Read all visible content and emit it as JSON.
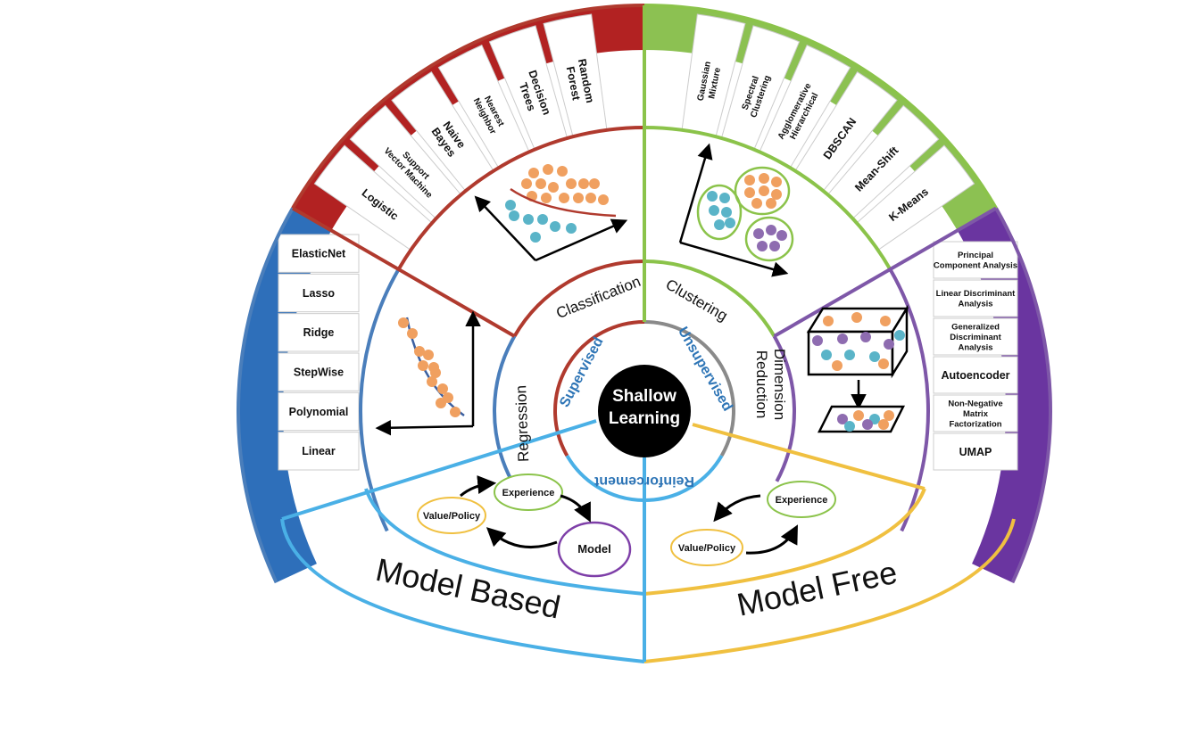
{
  "center": {
    "line1": "Shallow",
    "line2": "Learning"
  },
  "paradigms": {
    "supervised": "Supervised",
    "unsupervised": "Unsupervised",
    "reinforcement": "Reinforcement"
  },
  "tasks": {
    "classification": "Classification",
    "clustering": "Clustering",
    "regression": "Regression",
    "dimension_reduction": {
      "line1": "Dimension",
      "line2": "Reduction"
    },
    "model_based": "Model Based",
    "model_free": "Model Free"
  },
  "classification_methods": [
    {
      "lines": [
        "Logistic"
      ]
    },
    {
      "lines": [
        "Support",
        "Vector Machine"
      ]
    },
    {
      "lines": [
        "Naive",
        "Bayes"
      ]
    },
    {
      "lines": [
        "Nearest",
        "Neighbor"
      ]
    },
    {
      "lines": [
        "Decision",
        "Trees"
      ]
    },
    {
      "lines": [
        "Random",
        "Forest"
      ]
    }
  ],
  "clustering_methods": [
    {
      "lines": [
        "K-Means"
      ]
    },
    {
      "lines": [
        "Mean-Shift"
      ]
    },
    {
      "lines": [
        "DBSCAN"
      ]
    },
    {
      "lines": [
        "Agglomerative",
        "Hierarchical"
      ]
    },
    {
      "lines": [
        "Spectral",
        "Clustering"
      ]
    },
    {
      "lines": [
        "Gaussian",
        "Mixture"
      ]
    }
  ],
  "regression_methods": [
    "ElasticNet",
    "Lasso",
    "Ridge",
    "StepWise",
    "Polynomial",
    "Linear"
  ],
  "dimension_methods": [
    {
      "lines": [
        "Principal",
        "Component Analysis"
      ]
    },
    {
      "lines": [
        "Linear Discriminant",
        "Analysis"
      ]
    },
    {
      "lines": [
        "Generalized",
        "Discriminant",
        "Analysis"
      ]
    },
    {
      "lines": [
        "Autoencoder"
      ]
    },
    {
      "lines": [
        "Non-Negative",
        "Matrix",
        "Factorization"
      ]
    },
    {
      "lines": [
        "UMAP"
      ]
    }
  ],
  "rl_diagram": {
    "experience": "Experience",
    "value_policy": "Value/Policy",
    "model": "Model"
  },
  "colors": {
    "classification": "#b03a2e",
    "classification_band": "#b22222",
    "clustering": "#8bc34a",
    "clustering_band": "#8cc152",
    "regression": "#4a7ebb",
    "regression_band": "#2e6fba",
    "dimension": "#7e57a8",
    "dimension_band": "#6a35a0",
    "model_based": "#4ab0e6",
    "model_free": "#f0c040",
    "paradigm_text": "#2e75b6",
    "orange_dot": "#f0a060",
    "teal_dot": "#5ab4c8",
    "purple_dot": "#8e6cb0",
    "cell_fill": "#ffffff",
    "cell_sep": "#cccccc"
  },
  "icons": {
    "classification_plot": "scatter-with-boundary-icon",
    "clustering_plot": "clustered-scatter-icon",
    "regression_plot": "scatter-with-trendline-icon",
    "dimension_plot": "3d-to-2d-projection-icon"
  }
}
